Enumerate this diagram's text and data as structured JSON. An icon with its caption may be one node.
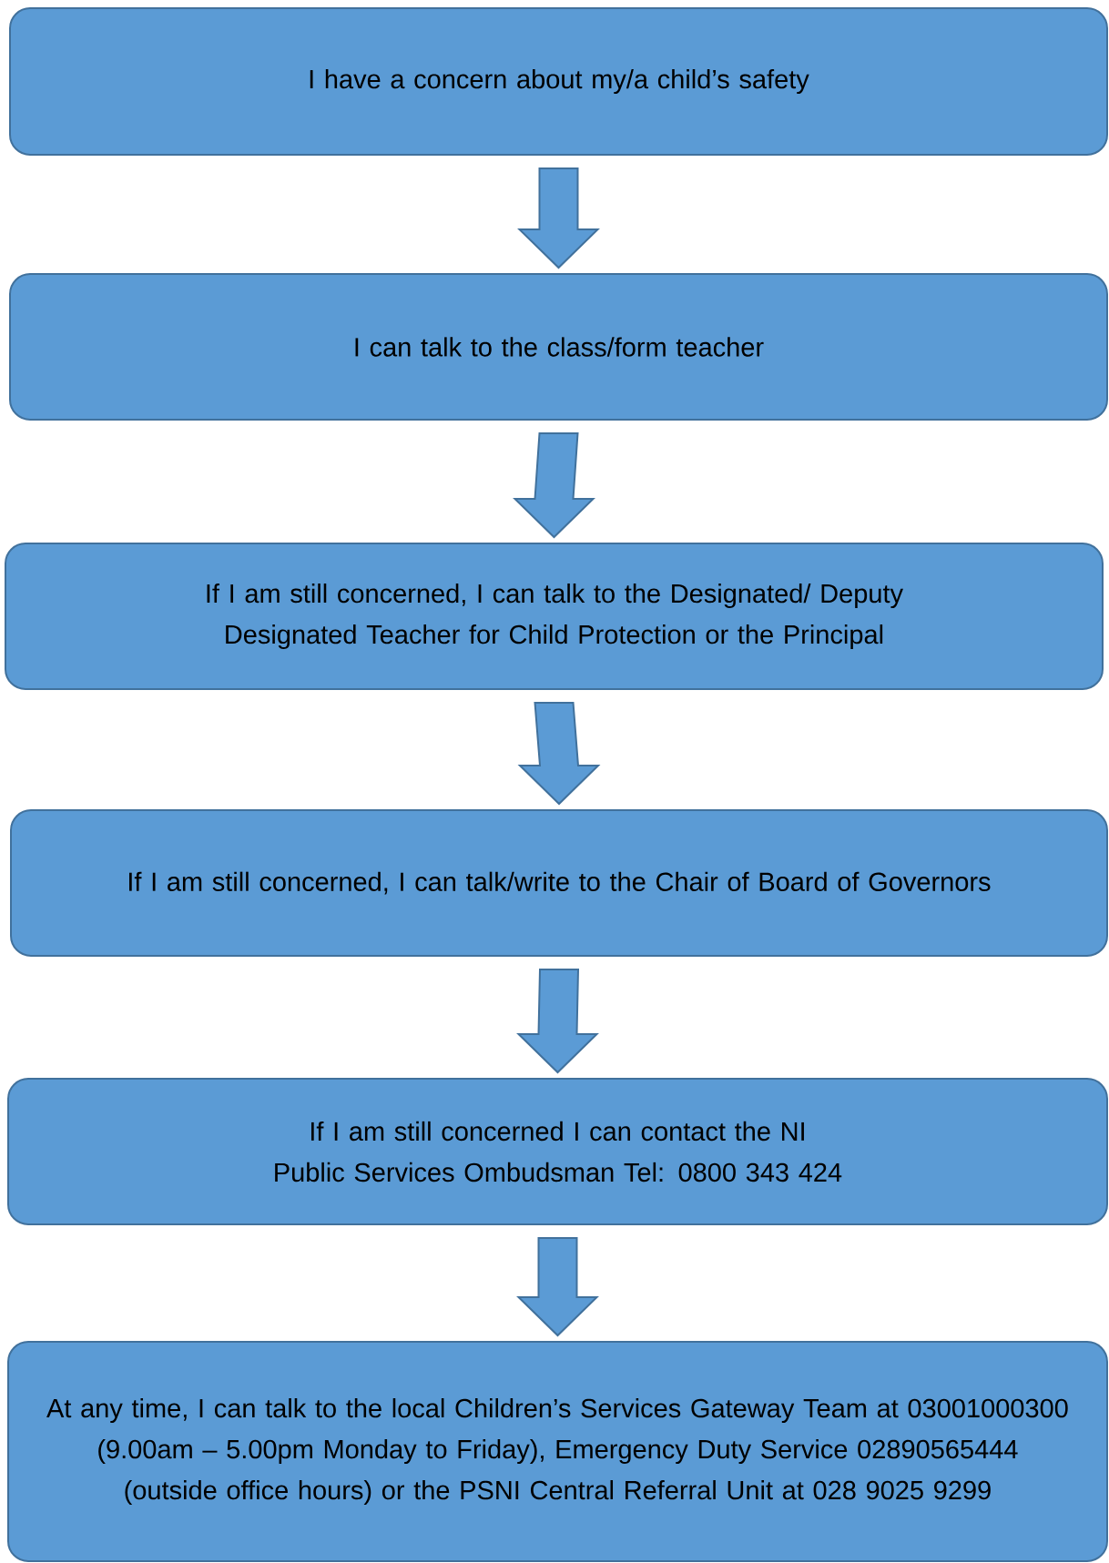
{
  "diagram": {
    "nodes": [
      {
        "text": [
          "I have a concern about my/a child’s safety"
        ]
      },
      {
        "text": [
          "I can talk to the class/form teacher"
        ]
      },
      {
        "text": [
          "If I am still concerned, I can talk to the Designated/ Deputy Designated Teacher for Child Protection or the Principal"
        ]
      },
      {
        "text": [
          "If I am still concerned, I can talk/write to the Chair of Board of Governors"
        ]
      },
      {
        "text": [
          "If I am still concerned I can contact the NI Public Services Ombudsman Tel: 0800 343 424"
        ]
      },
      {
        "text": [
          "At any time, I can talk to the local Children’s Services Gateway Team at 03001000300 (9.00am – 5.00pm Monday to Friday), Emergency Duty Service 02890565444 (outside office hours) or the PSNI Central Referral Unit at 028 9025 9299"
        ]
      }
    ],
    "edges": [
      {
        "from": 0,
        "to": 1,
        "arrow": "to"
      },
      {
        "from": 1,
        "to": 2,
        "arrow": "to"
      },
      {
        "from": 2,
        "to": 3,
        "arrow": "to"
      },
      {
        "from": 3,
        "to": 4,
        "arrow": "to"
      },
      {
        "from": 4,
        "to": 5,
        "arrow": "to"
      }
    ]
  }
}
